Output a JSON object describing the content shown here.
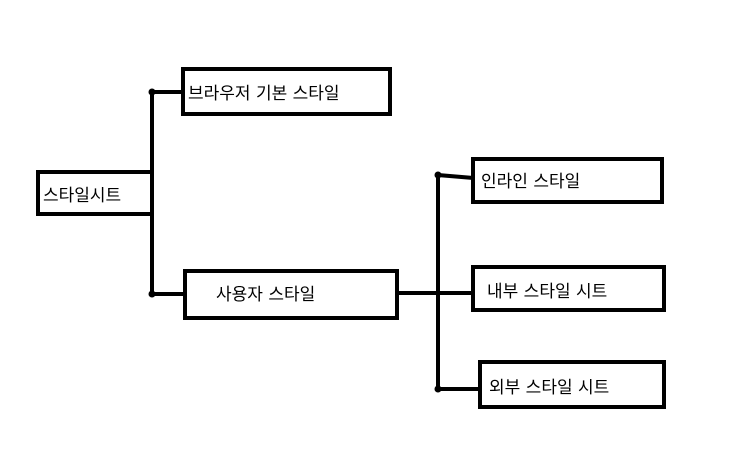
{
  "diagram": {
    "root": {
      "label": "스타일시트"
    },
    "children": [
      {
        "label": "브라우저 기본 스타일"
      },
      {
        "label": "사용자 스타일",
        "children": [
          {
            "label": "인라인 스타일"
          },
          {
            "label": "내부 스타일 시트"
          },
          {
            "label": "외부 스타일 시트"
          }
        ]
      }
    ]
  },
  "colors": {
    "stroke": "#000000",
    "background": "#ffffff"
  }
}
